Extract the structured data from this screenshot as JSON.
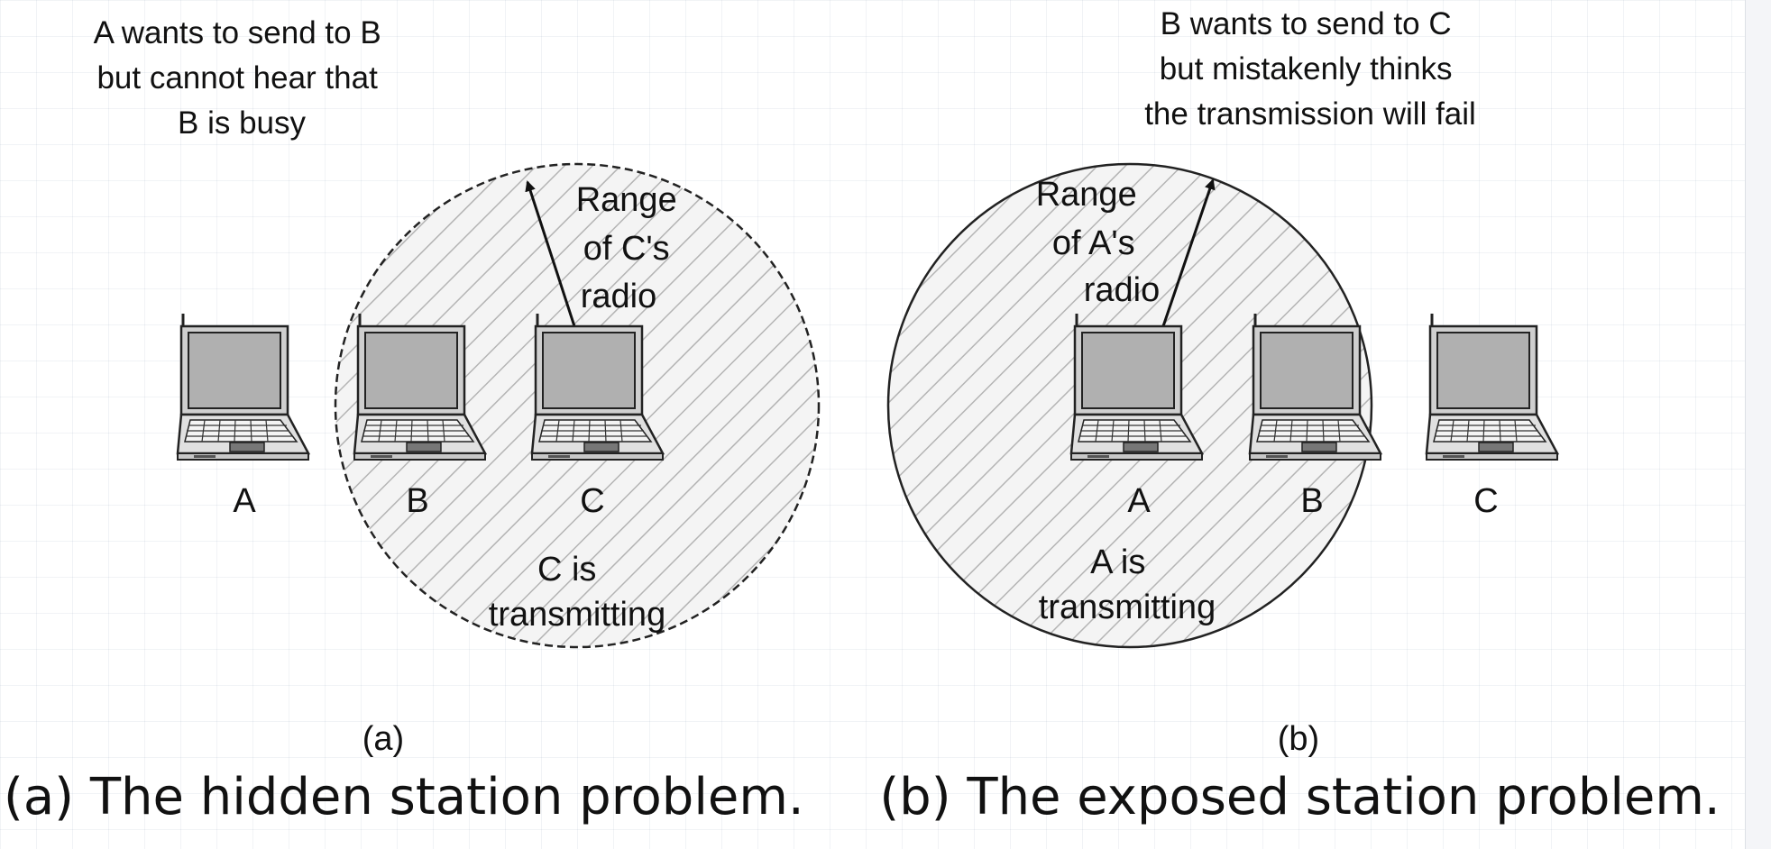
{
  "panel_a": {
    "note_lines": [
      "A wants to send to B",
      "but cannot hear that",
      "B is busy"
    ],
    "range_lines": [
      "Range",
      "of C's",
      "radio"
    ],
    "status_lines": [
      "C is",
      "transmitting"
    ],
    "stations": [
      "A",
      "B",
      "C"
    ],
    "sublabel": "(a)"
  },
  "panel_b": {
    "note_lines": [
      "B wants to send to C",
      "but mistakenly thinks",
      "the transmission will fail"
    ],
    "range_lines": [
      "Range",
      "of A's",
      "radio"
    ],
    "status_lines": [
      "A is",
      "transmitting"
    ],
    "stations": [
      "A",
      "B",
      "C"
    ],
    "sublabel": "(b)"
  },
  "caption": {
    "a": "(a) The hidden station problem.",
    "b": "(b) The exposed station problem."
  },
  "colors": {
    "range_fill": "#f2f2f2",
    "hatch": "#b4b4b4",
    "laptop_screen": "#b0b0b0",
    "laptop_body": "#d7d7d7",
    "outline": "#222222"
  },
  "icons": {
    "station": "laptop-icon",
    "range": "radio-range-circle"
  }
}
